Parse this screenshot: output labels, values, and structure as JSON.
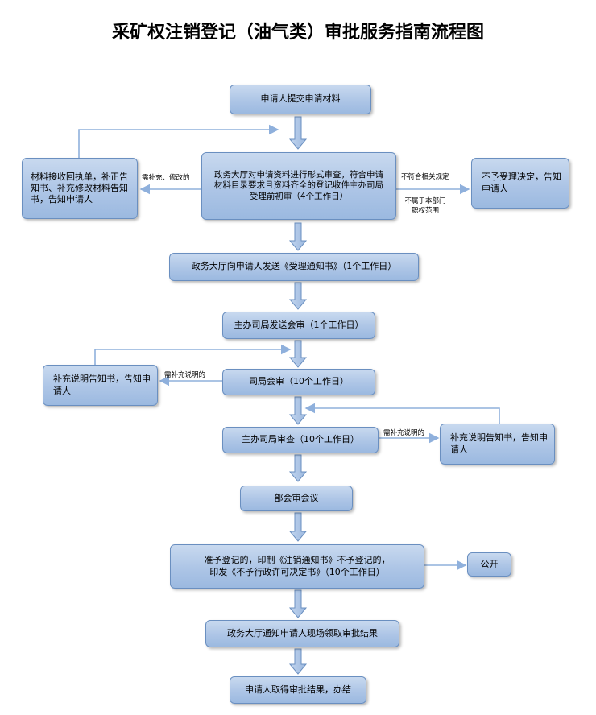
{
  "title": "采矿权注销登记（油气类）审批服务指南流程图",
  "nodes": {
    "submit": "申请人提交申请材料",
    "review": "政务大厅对申请资料进行形式审查，符合申请材料目录要求且资料齐全的登记收件主办司局受理前初审（4个工作日）",
    "return_receipt": "材料接收回执单，补正告知书、补充修改材料告知书，告知申请人",
    "reject": "不予受理决定，告知申请人",
    "accept_notice": "政务大厅向申请人发送《受理通知书》（1个工作日）",
    "send_review": "主办司局发送会审（1个工作日）",
    "joint_review": "司局会审（10个工作日）",
    "supplement_1": "补充说明告知书，告知申请人",
    "lead_review": "主办司局审查（10个工作日）",
    "supplement_2": "补充说明告知书，告知申请人",
    "ministry_meeting": "部会审会议",
    "decision_line1": "准予登记的，印制《注销通知书》不予登记的，",
    "decision_line2": "印发《不予行政许可决定书》（10个工作日）",
    "publish": "公开",
    "notify_result": "政务大厅通知申请人现场领取审批结果",
    "finish": "申请人取得审批结果，办结"
  },
  "labels": {
    "need_supplement_modify": "需补充、修改的",
    "not_compliant": "不符合相关规定",
    "not_in_scope": "不属于本部门职权范围",
    "need_explain_1": "需补充说明的",
    "need_explain_2": "需补充说明的"
  }
}
